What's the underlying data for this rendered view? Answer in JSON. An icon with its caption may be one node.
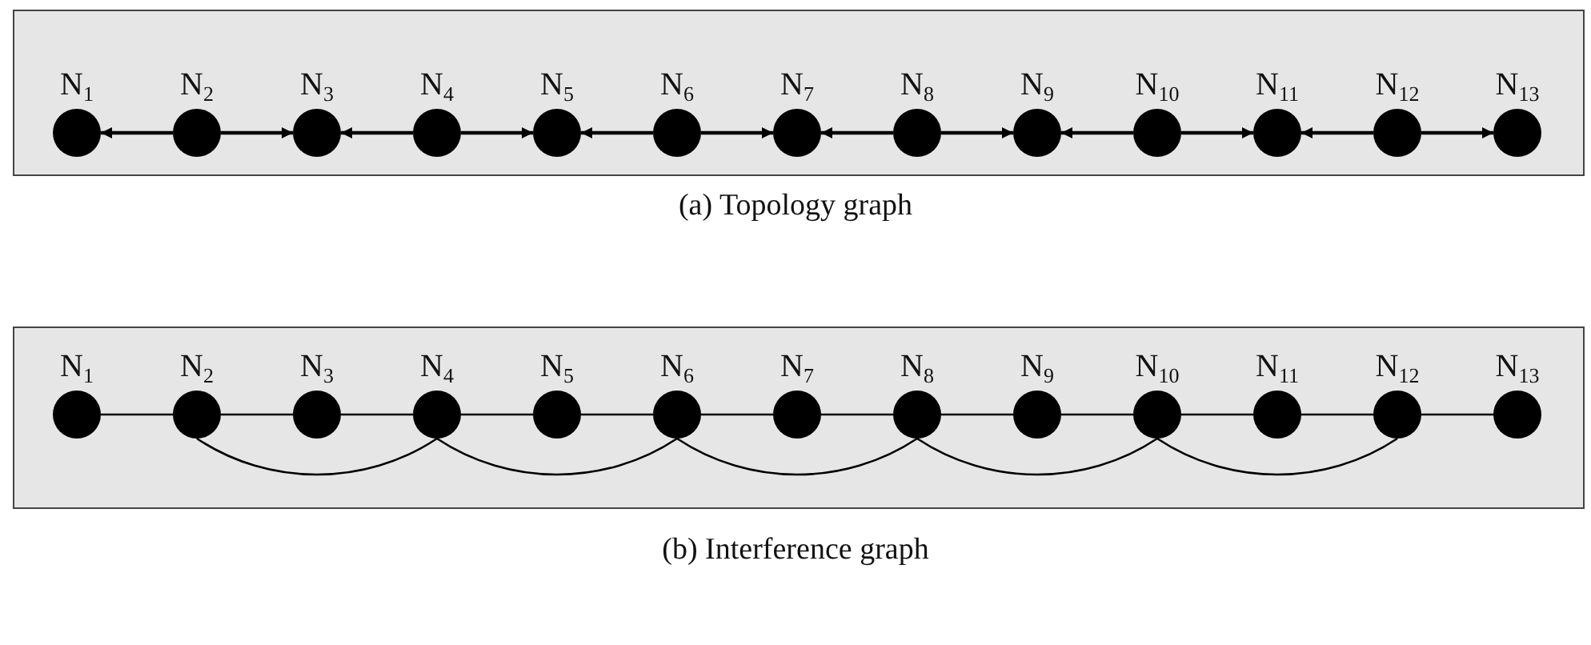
{
  "diagram": {
    "nodes": [
      {
        "text": [],
        "shape": "box",
        "beside": [
          "(a) Topology graph"
        ]
      },
      {
        "text": [
          "N$_{1}$"
        ],
        "in": 0
      },
      {
        "text": [
          "N$_{2}$"
        ],
        "in": 0
      },
      {
        "text": [
          "N$_{3}$"
        ],
        "in": 0
      },
      {
        "text": [
          "N$_{4}$"
        ],
        "in": 0
      },
      {
        "text": [
          "N$_{5}$"
        ],
        "in": 0
      },
      {
        "text": [
          "N$_{6}$"
        ],
        "in": 0
      },
      {
        "text": [
          "N$_{7}$"
        ],
        "in": 0
      },
      {
        "text": [
          "N$_{8}$"
        ],
        "in": 0
      },
      {
        "text": [
          "N$_{9}$"
        ],
        "in": 0
      },
      {
        "text": [
          "N$_{10}$"
        ],
        "in": 0
      },
      {
        "text": [
          "N$_{11}$"
        ],
        "in": 0
      },
      {
        "text": [
          "N$_{12}$"
        ],
        "in": 0
      },
      {
        "text": [
          "N$_{13}$"
        ],
        "in": 0
      },
      {
        "text": [],
        "shape": "box",
        "beside": [
          "(b) Interference graph"
        ]
      },
      {
        "text": [
          "N$_{1}$"
        ],
        "in": 14
      },
      {
        "text": [
          "N$_{2}$"
        ],
        "in": 14
      },
      {
        "text": [
          "N$_{3}$"
        ],
        "in": 14
      },
      {
        "text": [
          "N$_{4}$"
        ],
        "in": 14
      },
      {
        "text": [
          "N$_{5}$"
        ],
        "in": 14
      },
      {
        "text": [
          "N$_{6}$"
        ],
        "in": 14
      },
      {
        "text": [
          "N$_{7}$"
        ],
        "in": 14
      },
      {
        "text": [
          "N$_{8}$"
        ],
        "in": 14
      },
      {
        "text": [
          "N$_{9}$"
        ],
        "in": 14
      },
      {
        "text": [
          "N$_{10}$"
        ],
        "in": 14
      },
      {
        "text": [
          "N$_{11}$"
        ],
        "in": 14
      },
      {
        "text": [
          "N$_{12}$"
        ],
        "in": 14
      },
      {
        "text": [
          "N$_{13}$"
        ],
        "in": 14
      }
    ],
    "edges": [
      {
        "from": 2,
        "to": 1,
        "arrow": "to"
      },
      {
        "from": 2,
        "to": 3,
        "arrow": "to"
      },
      {
        "from": 4,
        "to": 3,
        "arrow": "to"
      },
      {
        "from": 4,
        "to": 5,
        "arrow": "to"
      },
      {
        "from": 6,
        "to": 5,
        "arrow": "to"
      },
      {
        "from": 6,
        "to": 7,
        "arrow": "to"
      },
      {
        "from": 8,
        "to": 7,
        "arrow": "to"
      },
      {
        "from": 8,
        "to": 9,
        "arrow": "to"
      },
      {
        "from": 10,
        "to": 9,
        "arrow": "to"
      },
      {
        "from": 10,
        "to": 11,
        "arrow": "to"
      },
      {
        "from": 12,
        "to": 11,
        "arrow": "to"
      },
      {
        "from": 12,
        "to": 13,
        "arrow": "to"
      },
      {
        "from": 15,
        "to": 16,
        "arrow": "none"
      },
      {
        "from": 16,
        "to": 17,
        "arrow": "none"
      },
      {
        "from": 17,
        "to": 18,
        "arrow": "none"
      },
      {
        "from": 18,
        "to": 19,
        "arrow": "none"
      },
      {
        "from": 19,
        "to": 20,
        "arrow": "none"
      },
      {
        "from": 20,
        "to": 21,
        "arrow": "none"
      },
      {
        "from": 21,
        "to": 22,
        "arrow": "none"
      },
      {
        "from": 22,
        "to": 23,
        "arrow": "none"
      },
      {
        "from": 23,
        "to": 24,
        "arrow": "none"
      },
      {
        "from": 24,
        "to": 25,
        "arrow": "none"
      },
      {
        "from": 25,
        "to": 26,
        "arrow": "none"
      },
      {
        "from": 26,
        "to": 27,
        "arrow": "none"
      },
      {
        "from": 16,
        "to": 18,
        "arrow": "none"
      },
      {
        "from": 18,
        "to": 20,
        "arrow": "none"
      },
      {
        "from": 20,
        "to": 22,
        "arrow": "none"
      },
      {
        "from": 22,
        "to": 24,
        "arrow": "none"
      },
      {
        "from": 24,
        "to": 26,
        "arrow": "none"
      }
    ]
  }
}
